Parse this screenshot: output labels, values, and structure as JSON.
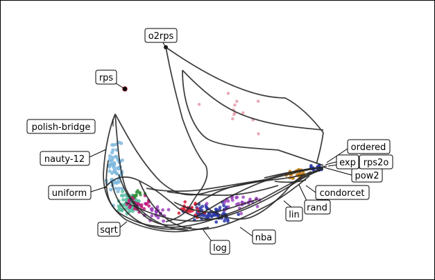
{
  "labels": {
    "o2rps": "o2rps",
    "rps": "rps",
    "polish_bridge": "polish-bridge",
    "nauty_12": "nauty-12",
    "uniform": "uniform",
    "sqrt": "sqrt",
    "log": "log",
    "nba": "nba",
    "lin": "lin",
    "rand": "rand",
    "condorcet": "condorcet",
    "pow2": "pow2",
    "exp": "exp",
    "rps2o": "rps2o",
    "ordered": "ordered"
  },
  "colors": {
    "light_blue": "#7fb8de",
    "teal": "#5cbfa0",
    "navy": "#2b3aa8",
    "purple": "#9b3fbf",
    "magenta": "#c2187c",
    "red": "#d81b34",
    "orange": "#c47a12",
    "pink": "#e8a3b0",
    "green": "#2e8b2e",
    "dark": "#262626"
  }
}
